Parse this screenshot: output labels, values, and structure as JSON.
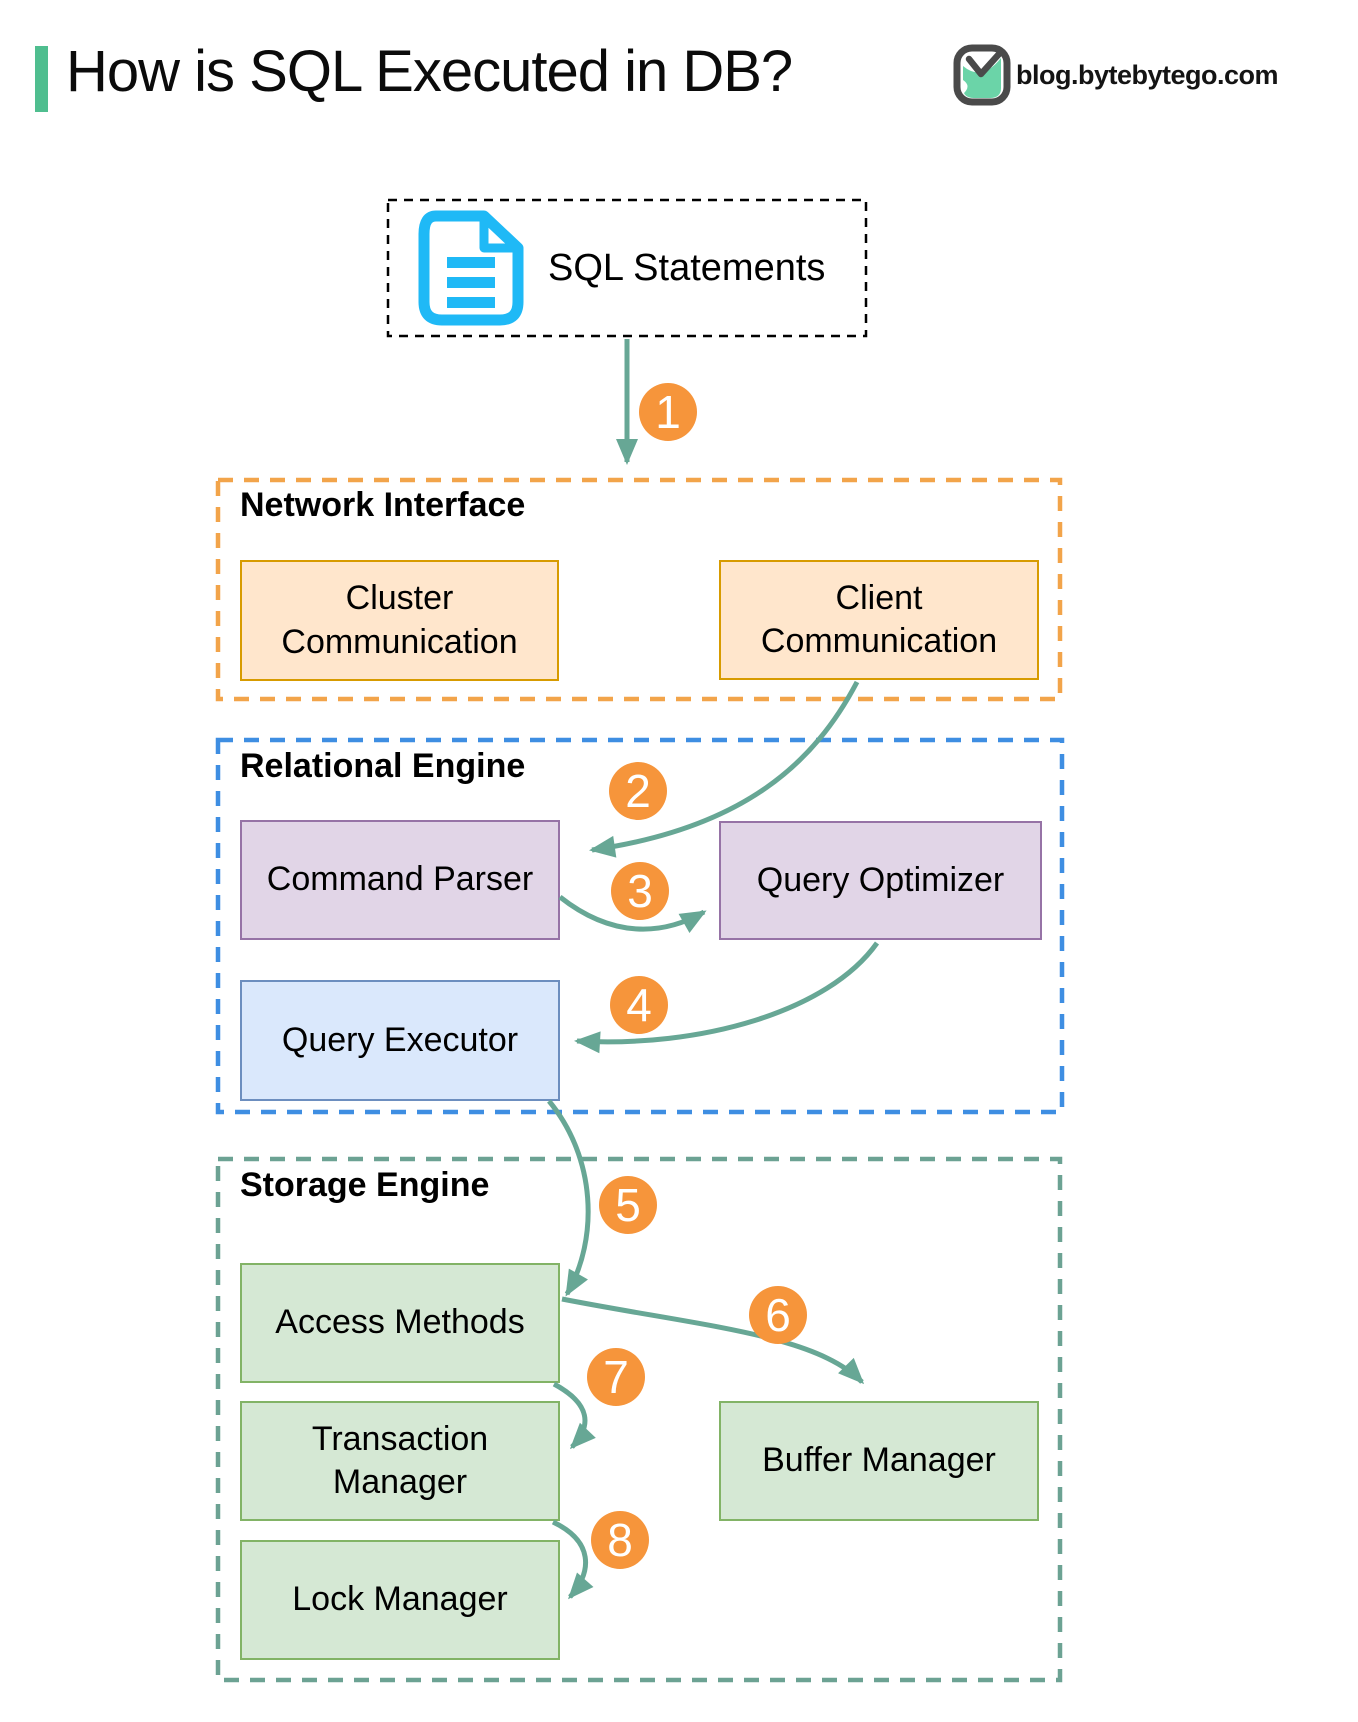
{
  "header": {
    "title": "How is SQL Executed in DB?",
    "site": "blog.bytebytego.com",
    "accent_bar_color": "#4FBE8F"
  },
  "sql_box": {
    "label": "SQL Statements",
    "icon": "document-icon",
    "icon_color": "#1FB9F6"
  },
  "sections": {
    "network": {
      "label": "Network Interface",
      "border_color": "#F2A44A"
    },
    "relational": {
      "label": "Relational Engine",
      "border_color": "#3E8EE2"
    },
    "storage": {
      "label": "Storage Engine",
      "border_color": "#6CA293"
    }
  },
  "boxes": {
    "cluster": {
      "label": "Cluster\nCommunication",
      "fill": "#FFE6CC",
      "stroke": "#D79B00"
    },
    "client": {
      "label": "Client\nCommunication",
      "fill": "#FFE6CC",
      "stroke": "#D79B00"
    },
    "command_parser": {
      "label": "Command Parser",
      "fill": "#E1D5E7",
      "stroke": "#9673A6"
    },
    "query_optimizer": {
      "label": "Query Optimizer",
      "fill": "#E1D5E7",
      "stroke": "#9673A6"
    },
    "query_executor": {
      "label": "Query Executor",
      "fill": "#DAE8FC",
      "stroke": "#6C8EBF"
    },
    "access_methods": {
      "label": "Access Methods",
      "fill": "#D5E8D4",
      "stroke": "#82B366"
    },
    "transaction_manager": {
      "label": "Transaction\nManager",
      "fill": "#D5E8D4",
      "stroke": "#82B366"
    },
    "lock_manager": {
      "label": "Lock Manager",
      "fill": "#D5E8D4",
      "stroke": "#82B366"
    },
    "buffer_manager": {
      "label": "Buffer Manager",
      "fill": "#D5E8D4",
      "stroke": "#82B366"
    }
  },
  "steps": [
    "1",
    "2",
    "3",
    "4",
    "5",
    "6",
    "7",
    "8"
  ],
  "edges": [
    {
      "step": "1",
      "from": "SQL Statements",
      "to": "Network Interface"
    },
    {
      "step": "2",
      "from": "Client Communication",
      "to": "Command Parser"
    },
    {
      "step": "3",
      "from": "Command Parser",
      "to": "Query Optimizer"
    },
    {
      "step": "4",
      "from": "Query Optimizer",
      "to": "Query Executor"
    },
    {
      "step": "5",
      "from": "Query Executor",
      "to": "Access Methods"
    },
    {
      "step": "6",
      "from": "Access Methods",
      "to": "Buffer Manager"
    },
    {
      "step": "7",
      "from": "Access Methods",
      "to": "Transaction Manager"
    },
    {
      "step": "8",
      "from": "Transaction Manager",
      "to": "Lock Manager"
    }
  ],
  "colors": {
    "arrow": "#67A795",
    "step_circle": "#F6953B",
    "sql_dash": "#000000"
  }
}
